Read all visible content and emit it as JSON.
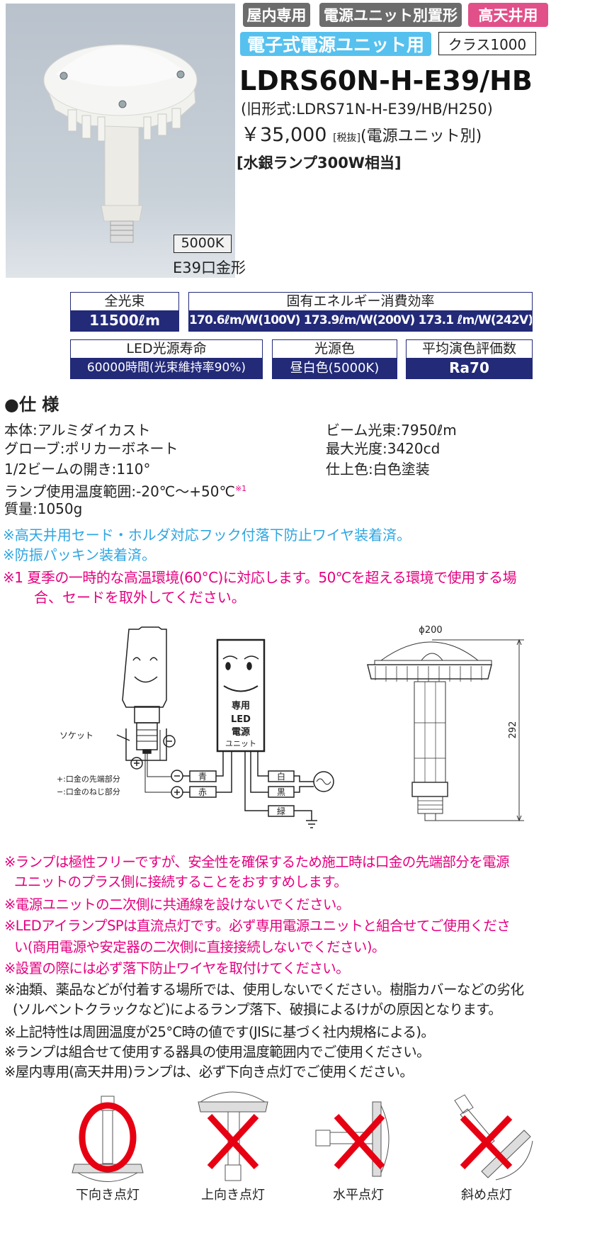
{
  "product": {
    "badges": [
      "屋内専用",
      "電源ユニット別置形",
      "高天井用"
    ],
    "type_badge": "電子式電源ユニット用",
    "class_badge": "クラス1000",
    "model": "LDRS60N-H-E39/HB",
    "old_model": "(旧形式:LDRS71N-H-E39/HB/H250)",
    "price": "￥35,000",
    "tax_note": "[税抜]",
    "price_note": "(電源ユニット別)",
    "equivalent": "[水銀ランプ300W相当]",
    "color_temp_label": "5000K",
    "base_label": "E39口金形"
  },
  "colors": {
    "badge_gray": "#6c6c6c",
    "badge_pink": "#e2508a",
    "badge_blue": "#56c1ef",
    "navy": "#232a78",
    "note_blue": "#2ea6e2",
    "note_pink": "#e5007f",
    "mark_red": "#e60012"
  },
  "spec_boxes": [
    {
      "label": "全光束",
      "value": "11500ℓm"
    },
    {
      "label": "固有エネルギー消費効率",
      "value": "170.6ℓm/W(100V) 173.9ℓm/W(200V) 173.1 ℓm/W(242V)"
    },
    {
      "label": "LED光源寿命",
      "value": "60000時間(光束維持率90%)"
    },
    {
      "label": "光源色",
      "value": "昼白色(5000K)"
    },
    {
      "label": "平均演色評価数",
      "value": "Ra70"
    }
  ],
  "specs": {
    "heading": "●仕 様",
    "left": [
      "本体:アルミダイカスト",
      "グローブ:ポリカーボネート",
      "1/2ビームの開き:110°",
      "ランプ使用温度範囲:-20℃～+50℃",
      "質量:1050g"
    ],
    "temp_footnote_mark": "※1",
    "right": [
      "ビーム光束:7950ℓm",
      "最大光度:3420cd",
      "仕上色:白色塗装"
    ],
    "blue_notes": [
      "※高天井用セード・ホルダ対応フック付落下防止ワイヤ装着済。",
      "※防振パッキン装着済。"
    ],
    "pink_note": [
      "※1 夏季の一時的な高温環境(60°C)に対応します。50℃を超える環境で使用する場",
      "合、セードを取外してください。"
    ]
  },
  "wiring": {
    "socket": "ソケット",
    "unit_lines": [
      "専用",
      "LED",
      "電源",
      "ユニット"
    ],
    "wires": [
      "青",
      "赤",
      "白",
      "黒",
      "緑"
    ],
    "plus": "+",
    "minus": "−",
    "legend": [
      "+:口金の先端部分",
      "−:口金のねじ部分"
    ]
  },
  "dimensions": {
    "diameter": "ϕ200",
    "height": "292"
  },
  "notes_pink": [
    "※ランプは極性フリーですが、安全性を確保するため施工時は口金の先端部分を電源",
    "ユニットのプラス側に接続することをおすすめします。",
    "※電源ユニットの二次側に共通線を設けないでください。",
    "※LEDアイランプSPは直流点灯です。必ず専用電源ユニットと組合せてご使用くださ",
    "い(商用電源や安定器の二次側に直接接続しないでください)。",
    "※設置の際には必ず落下防止ワイヤを取付けてください。"
  ],
  "notes_black": [
    "※油類、薬品などが付着する場所では、使用しないでください。樹脂カバーなどの劣化",
    "(ソルベントクラックなど)によるランプ落下、破損によるけがの原因となります。",
    "※上記特性は周囲温度が25°C時の値です(JISに基づく社内規格による)。",
    "※ランプは組合せて使用する器具の使用温度範囲内でご使用ください。",
    "※屋内専用(高天井用)ランプは、必ず下向き点灯でご使用ください。"
  ],
  "orientations": [
    {
      "label": "下向き点灯",
      "mark": "circle-ok"
    },
    {
      "label": "上向き点灯",
      "mark": "cross-ng"
    },
    {
      "label": "水平点灯",
      "mark": "cross-ng"
    },
    {
      "label": "斜め点灯",
      "mark": "cross-ng"
    }
  ]
}
